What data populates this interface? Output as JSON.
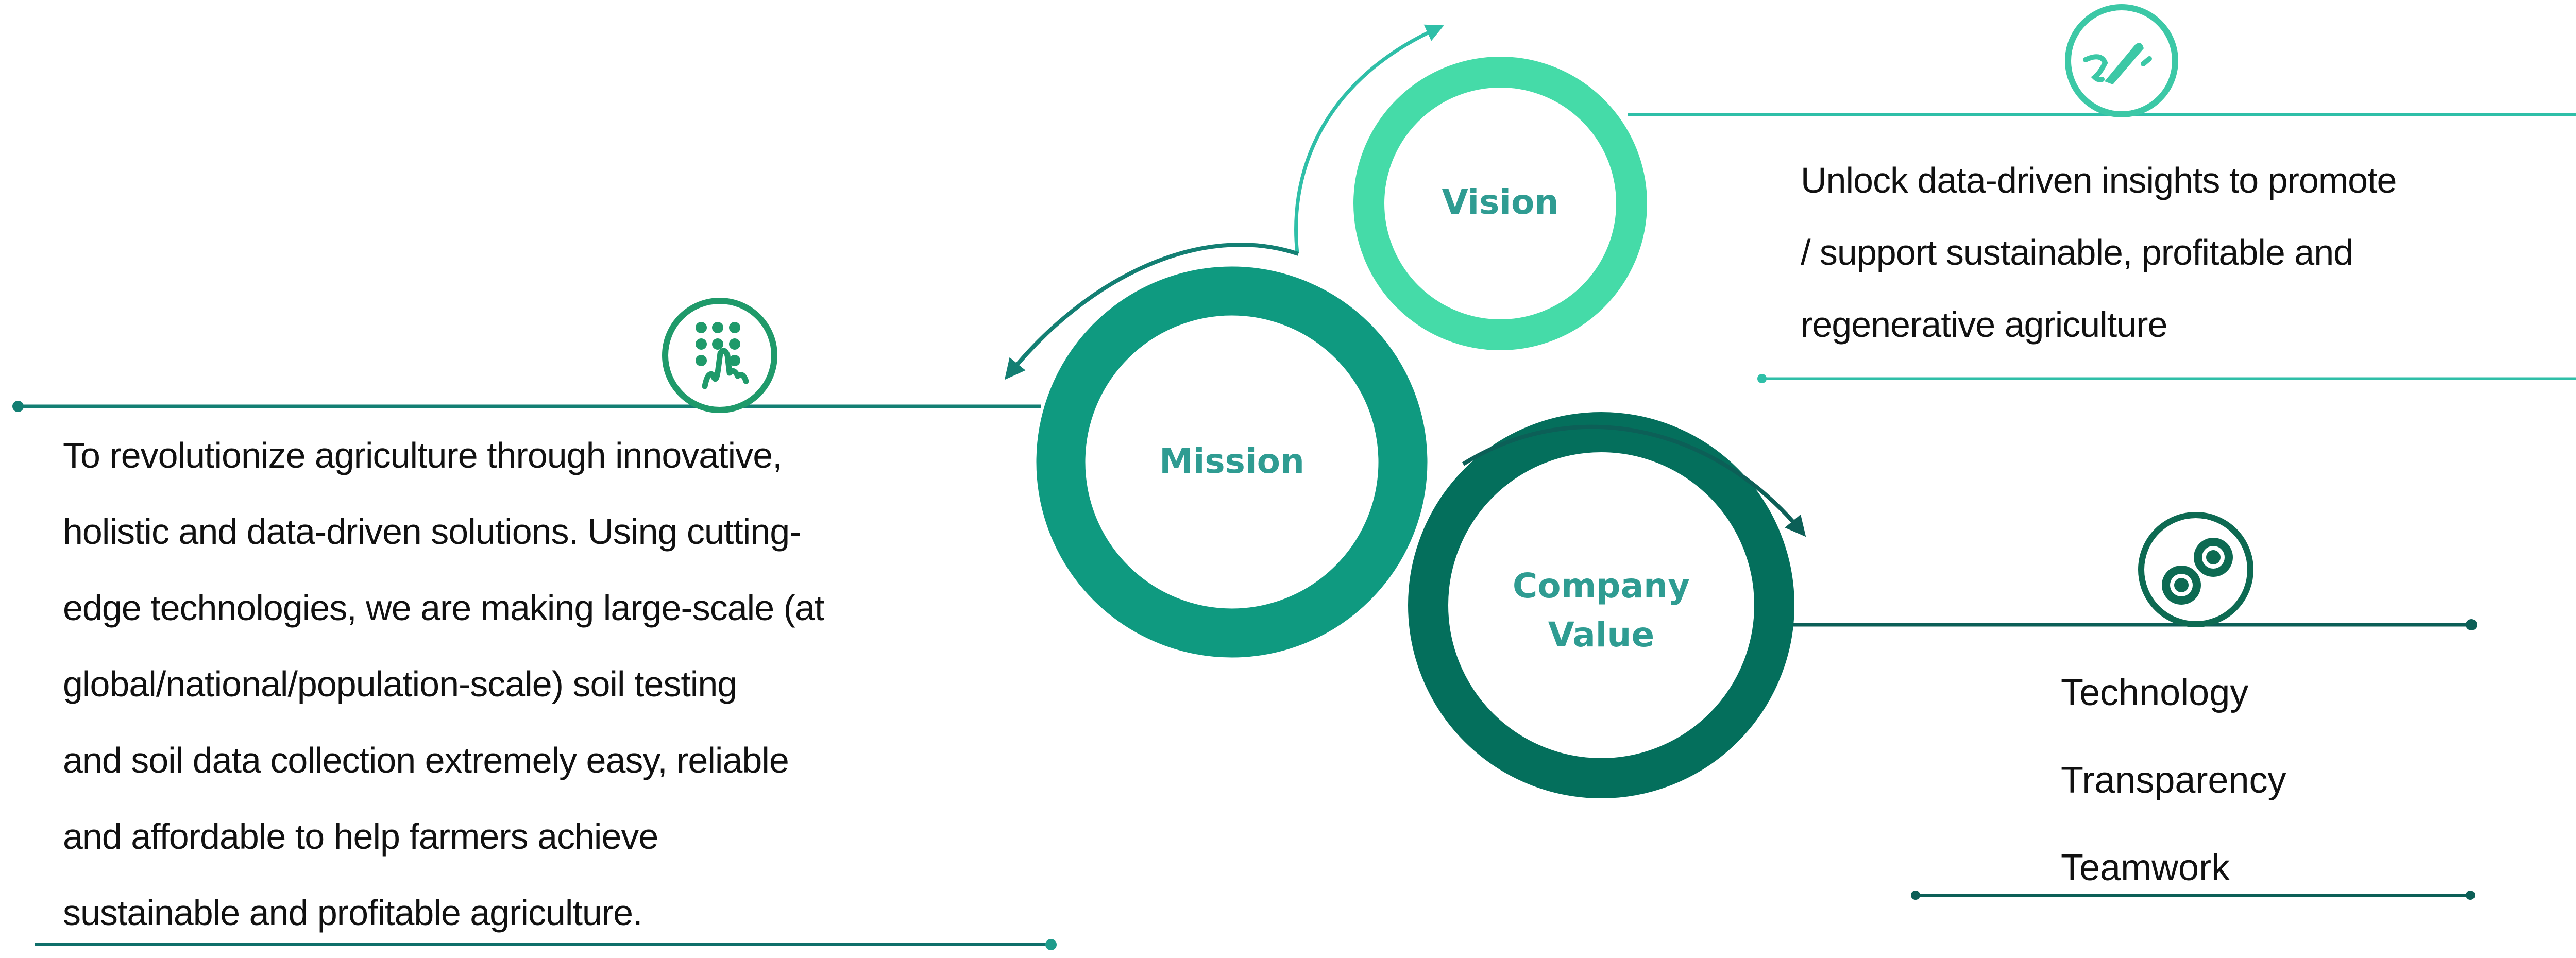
{
  "colors": {
    "vision": "#45dba8",
    "mission": "#0f9a80",
    "company_value": "#046f5c",
    "label_text": "#2f9c92",
    "body_text": "#111111"
  },
  "nodes": {
    "vision": {
      "label": "Vision",
      "icon": "pen-signature-icon",
      "lines": [
        "Unlock data-driven insights to promote",
        "/ support sustainable, profitable and",
        "regenerative agriculture"
      ]
    },
    "mission": {
      "label": "Mission",
      "icon": "keypad-touch-icon",
      "lines": [
        "To revolutionize agriculture through innovative,",
        "holistic and data-driven solutions. Using cutting-",
        "edge technologies, we are making large-scale (at",
        "global/national/population-scale) soil testing",
        "and soil data collection extremely easy, reliable",
        "and affordable to help farmers achieve",
        "sustainable and profitable agriculture."
      ]
    },
    "company_value": {
      "label_line1": "Company",
      "label_line2": "Value",
      "icon": "gears-icon",
      "items": [
        "Technology",
        "Transparency",
        "Teamwork"
      ]
    }
  },
  "flow": [
    "Mission",
    "Vision",
    "Company Value"
  ]
}
